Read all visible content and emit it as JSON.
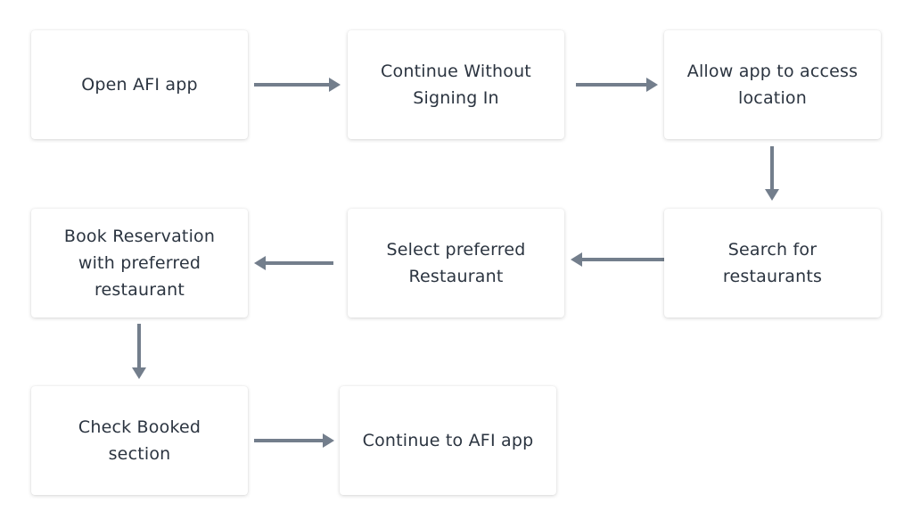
{
  "diagram": {
    "type": "flowchart",
    "nodes": [
      {
        "id": "n1",
        "label": "Open AFI app"
      },
      {
        "id": "n2",
        "label": "Continue Without\nSigning In"
      },
      {
        "id": "n3",
        "label": "Allow app to access\nlocation"
      },
      {
        "id": "n4",
        "label": "Search for\nrestaurants"
      },
      {
        "id": "n5",
        "label": "Select preferred\nRestaurant"
      },
      {
        "id": "n6",
        "label": "Book Reservation\nwith preferred\nrestaurant"
      },
      {
        "id": "n7",
        "label": "Check Booked\nsection"
      },
      {
        "id": "n8",
        "label": "Continue to AFI app"
      }
    ],
    "edges": [
      {
        "from": "n1",
        "to": "n2"
      },
      {
        "from": "n2",
        "to": "n3"
      },
      {
        "from": "n3",
        "to": "n4"
      },
      {
        "from": "n4",
        "to": "n5"
      },
      {
        "from": "n5",
        "to": "n6"
      },
      {
        "from": "n6",
        "to": "n7"
      },
      {
        "from": "n7",
        "to": "n8"
      }
    ],
    "colors": {
      "arrow": "#737e8c",
      "text": "#2b3440",
      "node_fill": "#ffffff"
    }
  }
}
